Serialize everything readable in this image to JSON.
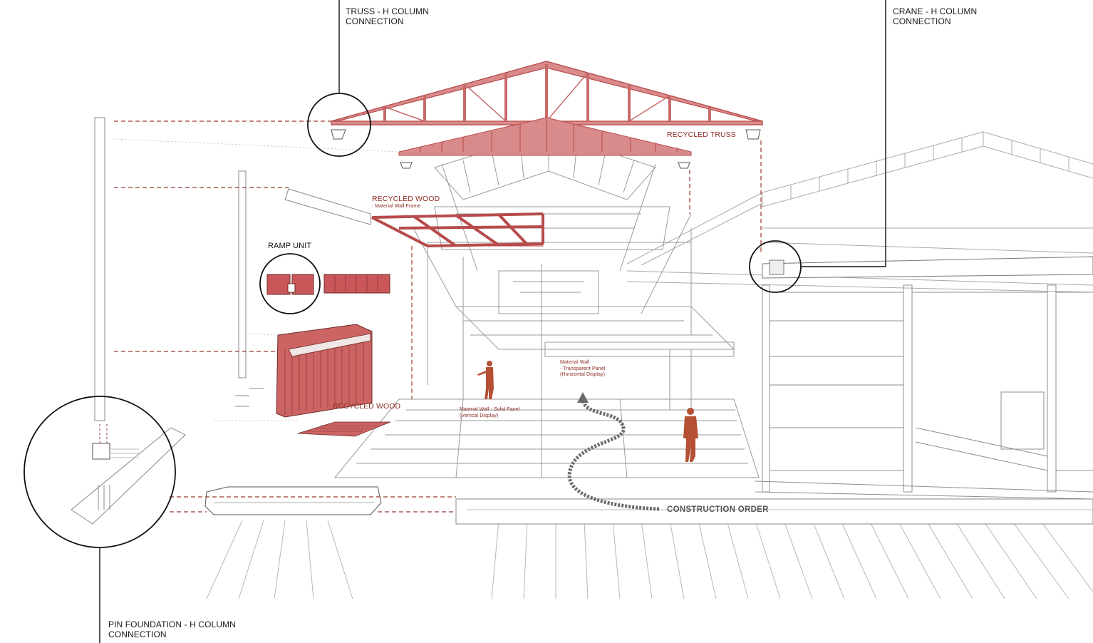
{
  "callouts": {
    "truss": {
      "line1": "TRUSS - H COLUMN",
      "line2": "CONNECTION"
    },
    "crane": {
      "line1": "CRANE - H COLUMN",
      "line2": "CONNECTION"
    },
    "pin": {
      "line1": "PIN FOUNDATION - H COLUMN",
      "line2": "CONNECTION"
    }
  },
  "labels": {
    "recycled_truss": "RECYCLED TRUSS",
    "recycled_wood_frame": "RECYCLED WOOD",
    "recycled_wood_frame_sub": ": Material Wall Frame",
    "ramp_unit": "RAMP UNIT",
    "recycled_wood_lower": "RECYCLED WOOD",
    "solid_panel_line1": "Material Wall - Solid Panel",
    "solid_panel_line2": "(Vertical Display)",
    "transparent_panel_line1": "Material Wall",
    "transparent_panel_line2": "- Transparent Panel",
    "transparent_panel_line3": "(Horizontal Display)",
    "construction_order": "CONSTRUCTION ORDER"
  },
  "colors": {
    "accent_red": "#c9575a",
    "accent_fill": "#d97a7a",
    "label_red": "#8c2a22",
    "line_grey": "#9a9a9a",
    "dash_red": "#9c3a32"
  }
}
